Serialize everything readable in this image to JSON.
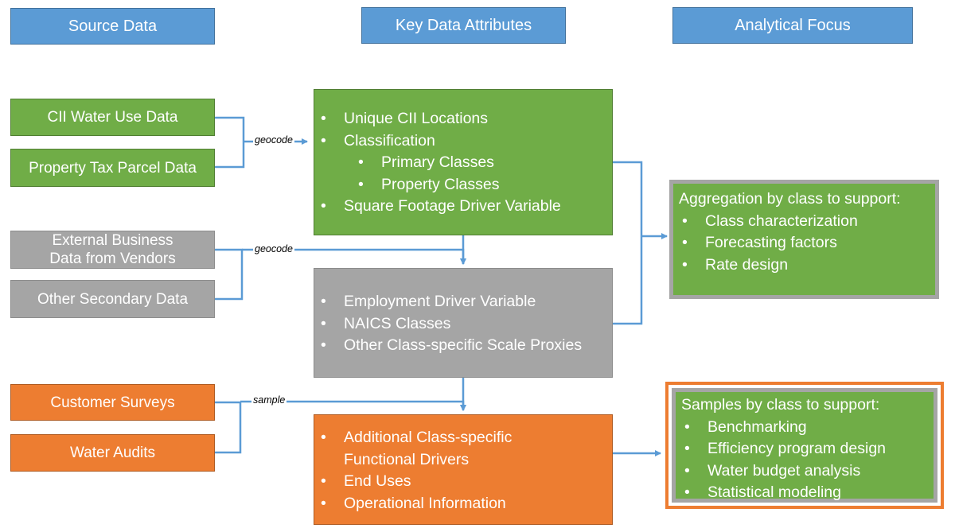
{
  "columns": {
    "source": "Source Data",
    "attributes": "Key Data Attributes",
    "focus": "Analytical Focus"
  },
  "sources": {
    "cii_water_use": "CII Water Use Data",
    "property_tax": "Property Tax Parcel Data",
    "external_business": "External Business Data from Vendors",
    "other_secondary": "Other Secondary Data",
    "customer_surveys": "Customer Surveys",
    "water_audits": "Water Audits"
  },
  "edge_labels": {
    "geocode_1": "geocode",
    "geocode_2": "geocode",
    "sample": "sample"
  },
  "attributes": {
    "green": [
      {
        "text": "Unique CII Locations",
        "level": 1
      },
      {
        "text": "Classification",
        "level": 1
      },
      {
        "text": "Primary Classes",
        "level": 2
      },
      {
        "text": "Property Classes",
        "level": 2
      },
      {
        "text": "Square Footage Driver Variable",
        "level": 1
      }
    ],
    "gray": [
      "Employment Driver Variable",
      "NAICS Classes",
      "Other Class-specific Scale Proxies"
    ],
    "orange": [
      "Additional Class-specific",
      "Functional Drivers",
      "End Uses",
      "Operational Information"
    ]
  },
  "focus": {
    "aggregation": {
      "title": "Aggregation by class to support:",
      "items": [
        "Class characterization",
        "Forecasting factors",
        "Rate design"
      ]
    },
    "samples": {
      "title": "Samples by class to support:",
      "items": [
        "Benchmarking",
        "Efficiency program design",
        "Water budget analysis",
        "Statistical modeling"
      ]
    }
  },
  "colors": {
    "header_blue": "#5b9bd5",
    "green": "#70ad47",
    "gray": "#a5a5a5",
    "orange": "#ed7d31",
    "connector": "#5b9bd5"
  }
}
